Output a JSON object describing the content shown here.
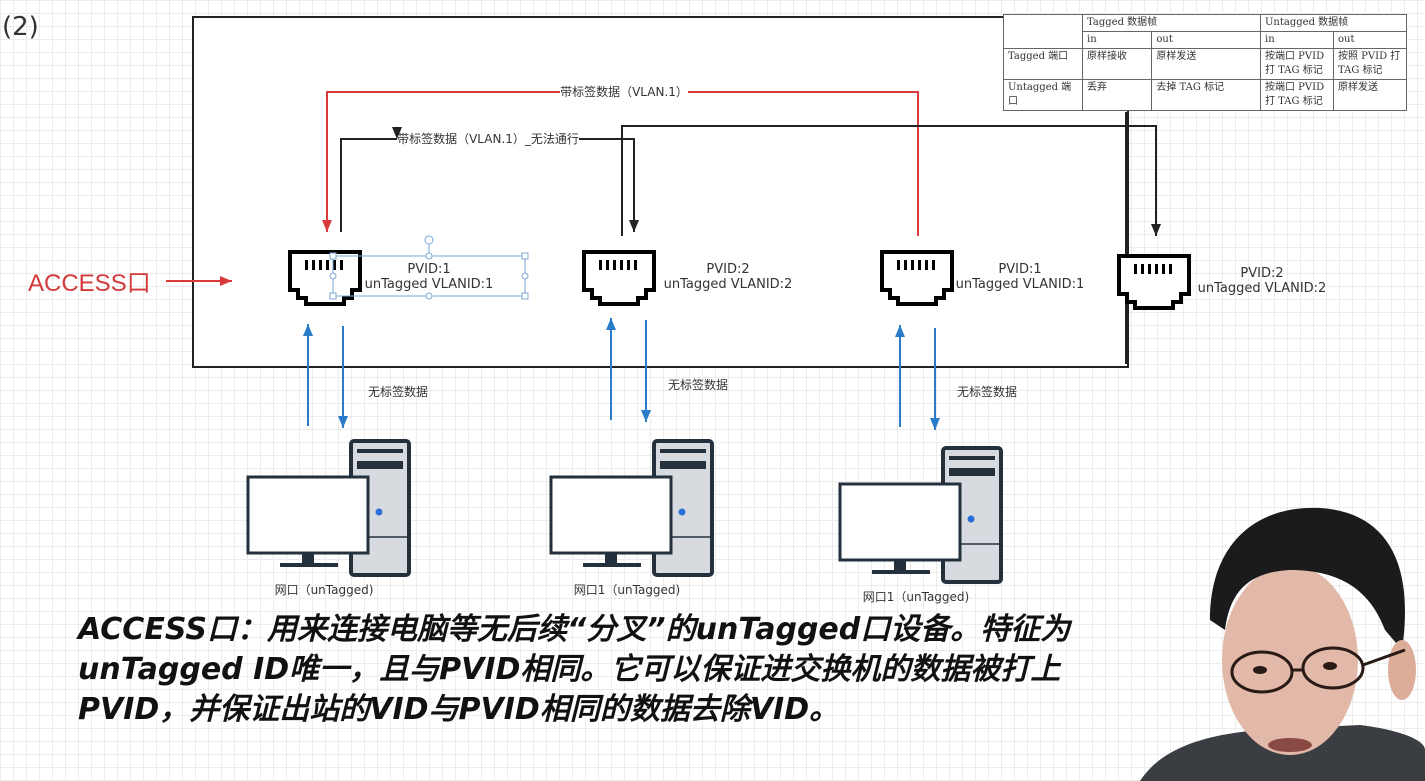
{
  "step_label": "(2)",
  "access_label": "ACCESS口",
  "connectors": {
    "red_label": "带标签数据（VLAN.1）",
    "black_label": "带标签数据（VLAN.1）_无法通行",
    "untagged_label": "无标签数据"
  },
  "colors": {
    "red_flow": "#d93b3b",
    "black_flow": "#222222",
    "blue_flow": "#2a7bc8",
    "access_label": "#d43a3a",
    "selection": "#7ba7d8"
  },
  "ports": [
    {
      "pvid_label": "PVID:1",
      "untagged_label": "unTagged VLANID:1",
      "selected": true
    },
    {
      "pvid_label": "PVID:2",
      "untagged_label": "unTagged VLANID:2",
      "selected": false
    },
    {
      "pvid_label": "PVID:1",
      "untagged_label": "unTagged VLANID:1",
      "selected": false
    },
    {
      "pvid_label": "PVID:2",
      "untagged_label": "unTagged VLANID:2",
      "selected": false
    }
  ],
  "computers": [
    {
      "label": "网口（unTagged)"
    },
    {
      "label": "网口1（unTagged)"
    },
    {
      "label": "网口1（unTagged)"
    }
  ],
  "table": {
    "header_row1": [
      "",
      "Tagged 数据帧",
      "Untagged 数据帧"
    ],
    "header_row2": [
      "",
      "in",
      "out",
      "in",
      "out"
    ],
    "rows": [
      {
        "port": "Tagged 端口",
        "cells": [
          "原样接收",
          "原样发送",
          "按端口 PVID 打 TAG 标记",
          "按照 PVID 打 TAG 标记"
        ]
      },
      {
        "port": "Untagged 端口",
        "cells": [
          "丢弃",
          "去掉 TAG 标记",
          "按端口 PVID 打 TAG 标记",
          "原样发送"
        ]
      }
    ]
  },
  "caption": "ACCESS口：用来连接电脑等无后续“分叉”的unTagged口设备。特征为unTagged ID唯一，且与PVID相同。它可以保证进交换机的数据被打上PVID，并保证出站的VID与PVID相同的数据去除VID。"
}
